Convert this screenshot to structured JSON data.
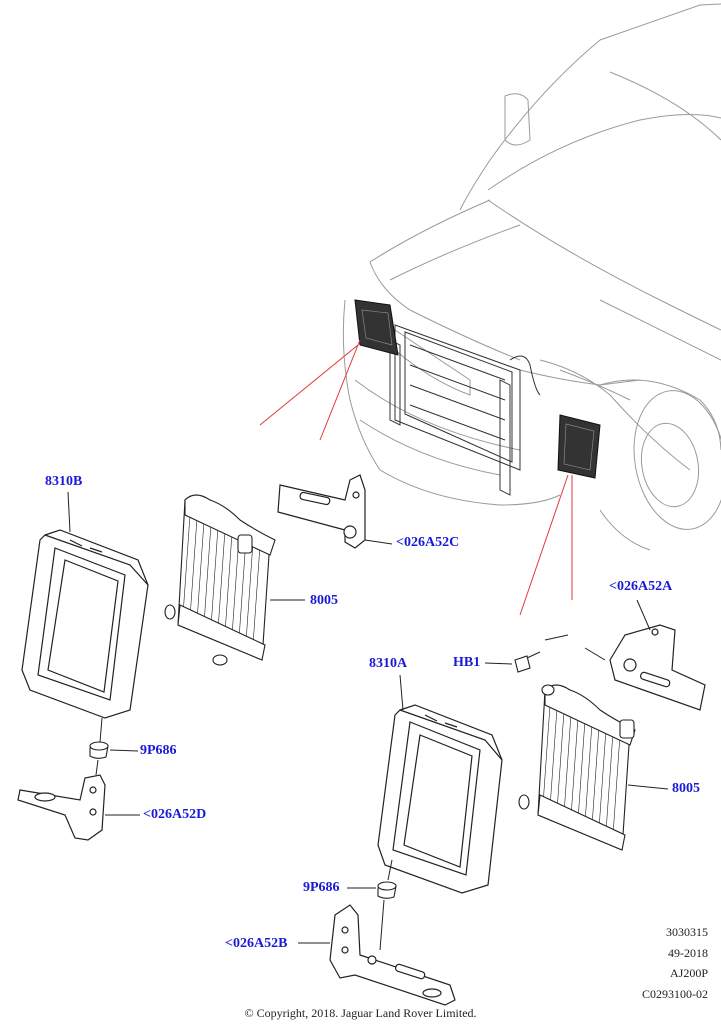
{
  "callouts": {
    "c_8310B": "8310B",
    "c_8005_left": "8005",
    "c_026A52C": "<026A52C",
    "c_026A52A": "<026A52A",
    "c_HB1": "HB1",
    "c_8310A": "8310A",
    "c_8005_right": "8005",
    "c_9P686_left": "9P686",
    "c_026A52D": "<026A52D",
    "c_9P686_right": "9P686",
    "c_026A52B": "<026A52B"
  },
  "meta": {
    "line1": "3030315",
    "line2": "49-2018",
    "line3": "AJ200P",
    "line4": "C0293100-02"
  },
  "copyright": "© Copyright, 2018. Jaguar Land Rover Limited.",
  "colors": {
    "callout": "#1a1ad6",
    "leader_red": "#e23a3a",
    "line": "#222222",
    "car_line": "#9a9a9a"
  }
}
